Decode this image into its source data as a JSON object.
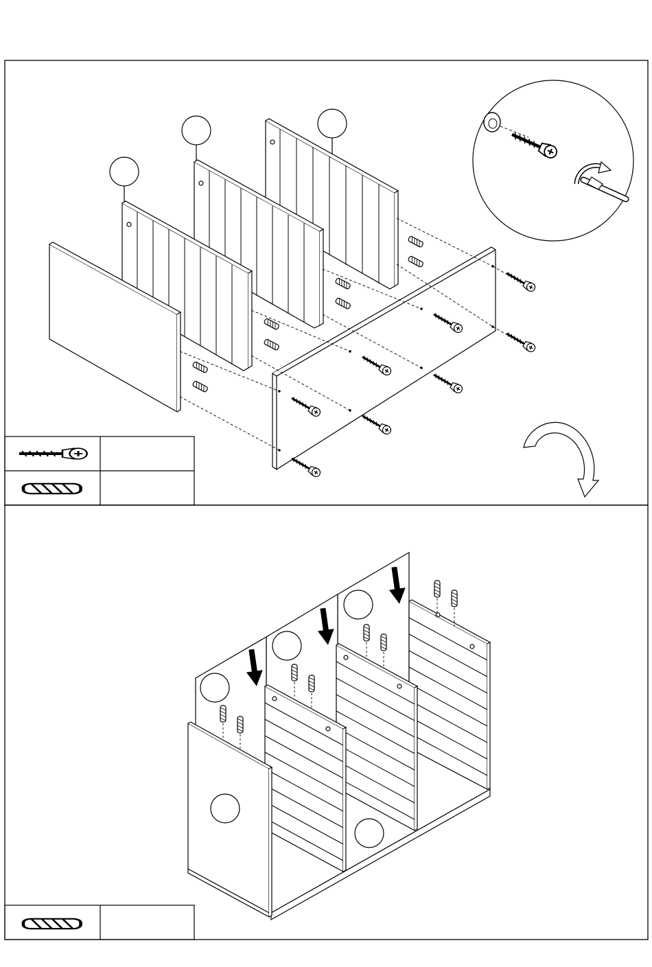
{
  "step1": {
    "part_callouts": [
      {
        "id": "side-panel-left",
        "label": ""
      },
      {
        "id": "divider-front",
        "label": ""
      },
      {
        "id": "divider-middle",
        "label": ""
      },
      {
        "id": "divider-back",
        "label": ""
      },
      {
        "id": "bottom-board",
        "label": ""
      }
    ],
    "hardware_table": [
      {
        "icon": "wood-screw-icon",
        "quantity": ""
      },
      {
        "icon": "wood-dowel-icon",
        "quantity": ""
      }
    ],
    "detail_view": {
      "icon": "screwdriver-detail-icon"
    },
    "rotate_hint": {
      "icon": "rotate-arrow-icon"
    }
  },
  "step2": {
    "part_callouts": [
      {
        "id": "back-panel-a",
        "label": ""
      },
      {
        "id": "back-panel-b",
        "label": ""
      },
      {
        "id": "back-panel-c",
        "label": ""
      },
      {
        "id": "side-panel",
        "label": ""
      },
      {
        "id": "bottom-board",
        "label": ""
      }
    ],
    "hardware_table": [
      {
        "icon": "wood-dowel-icon",
        "quantity": ""
      }
    ],
    "insert_arrows": {
      "count": 3,
      "icon": "down-arrow-icon"
    }
  },
  "colors": {
    "line": "#000000",
    "paper": "#ffffff"
  }
}
